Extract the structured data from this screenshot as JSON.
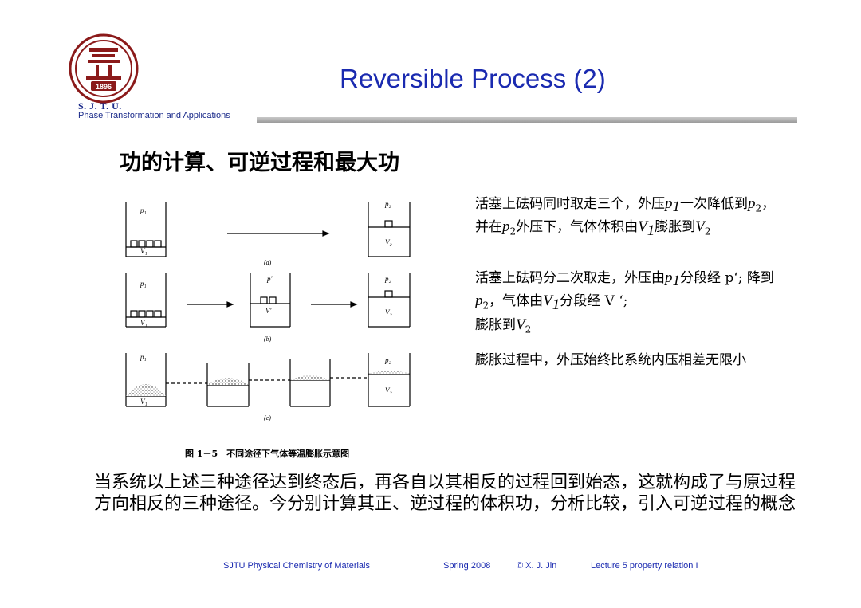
{
  "header": {
    "logo_text": "1896",
    "institution": "S. J. T. U.",
    "course": "Phase Transformation and Applications",
    "title": "Reversible Process (2)"
  },
  "subtitle": "功的计算、可逆过程和最大功",
  "figure": {
    "labels": {
      "p1": "p₁",
      "p2": "p₂",
      "pprime": "p'",
      "v1": "V₁",
      "v2": "V₂",
      "vprime": "V'",
      "a": "(a)",
      "b": "(b)",
      "c": "(c)"
    },
    "caption": "图 1－5　不同途径下气体等温膨胀示意图"
  },
  "notes": {
    "n1_a": "活塞上砝码同时取走三个，外压",
    "n1_b": "一次降低到",
    "n1_c": "，并在",
    "n1_d": "外压下，气体体积由",
    "n1_e": "膨胀到",
    "n2_a": "活塞上砝码分二次取走，外压由",
    "n2_b": "分段经 p‘; 降到",
    "n2_c": "，气体由",
    "n2_d": "分段经 V ‘;",
    "n2_e": "膨胀到",
    "n3": "膨胀过程中，外压始终比系统内压相差无限小",
    "sym_p": "p",
    "sym_V": "V",
    "sub_1": "1",
    "sub_2": "2"
  },
  "paragraph": "当系统以上述三种途径达到终态后，再各自以其相反的过程回到始态，这就构成了与原过程方向相反的三种途径。今分别计算其正、逆过程的体积功，分析比较，引入可逆过程的概念",
  "footer": {
    "school": "SJTU Physical Chemistry of Materials",
    "term": "Spring 2008",
    "author": "© X. J. Jin",
    "lecture": "Lecture 5 property relation I"
  },
  "colors": {
    "title_blue": "#1a2ab0",
    "logo_red": "#8b1a1a",
    "bar_gray": "#b0b0b0"
  }
}
